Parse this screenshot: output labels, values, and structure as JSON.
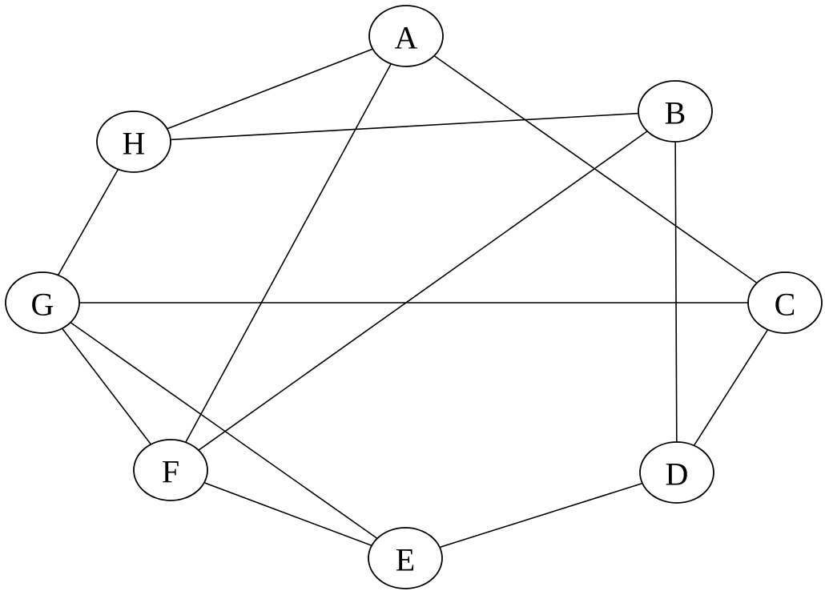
{
  "graph": {
    "nodes": [
      {
        "id": "A",
        "label": "A"
      },
      {
        "id": "B",
        "label": "B"
      },
      {
        "id": "C",
        "label": "C"
      },
      {
        "id": "D",
        "label": "D"
      },
      {
        "id": "E",
        "label": "E"
      },
      {
        "id": "F",
        "label": "F"
      },
      {
        "id": "G",
        "label": "G"
      },
      {
        "id": "H",
        "label": "H"
      }
    ],
    "edges": [
      [
        "A",
        "H"
      ],
      [
        "A",
        "F"
      ],
      [
        "A",
        "C"
      ],
      [
        "H",
        "B"
      ],
      [
        "H",
        "G"
      ],
      [
        "B",
        "F"
      ],
      [
        "B",
        "D"
      ],
      [
        "G",
        "C"
      ],
      [
        "G",
        "F"
      ],
      [
        "G",
        "E"
      ],
      [
        "C",
        "D"
      ],
      [
        "F",
        "E"
      ],
      [
        "D",
        "E"
      ]
    ],
    "colors": {
      "stroke": "#000000",
      "fill": "#ffffff"
    }
  }
}
